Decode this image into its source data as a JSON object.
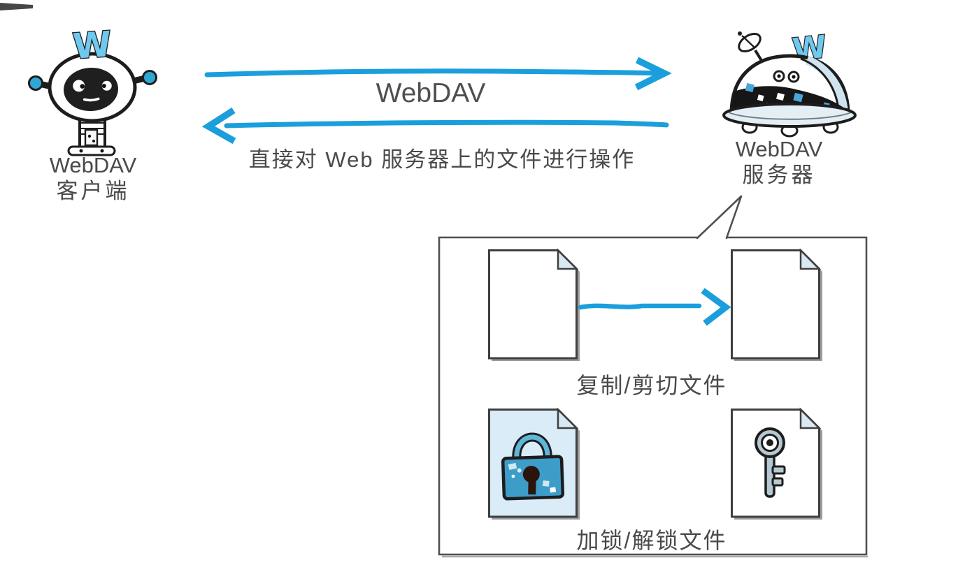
{
  "diagram": {
    "client": {
      "line1": "WebDAV",
      "line2": "客户端"
    },
    "server": {
      "line1": "WebDAV",
      "line2": "服务器"
    },
    "link": {
      "request_label": "WebDAV",
      "response_label": "直接对 Web 服务器上的文件进行操作"
    },
    "server_detail": {
      "operations": [
        {
          "left_icon": "document-icon",
          "right_icon": "document-icon",
          "label": "复制/剪切文件"
        },
        {
          "left_icon": "lock-document-icon",
          "right_icon": "key-document-icon",
          "label": "加锁/解锁文件"
        }
      ]
    },
    "colors": {
      "arrow_blue": "#1b9fdc",
      "fold_light_blue": "#d9e9f3",
      "lock_page_blue": "#daecf7",
      "lock_body_blue": "#3e9cc9",
      "key_gray": "#b6c9d3",
      "robot_w_blue": "#6fc9ef",
      "pixel_blue": "#49a6d8",
      "outline": "#1d1d1d",
      "text_gray": "#4a4a4a"
    }
  }
}
